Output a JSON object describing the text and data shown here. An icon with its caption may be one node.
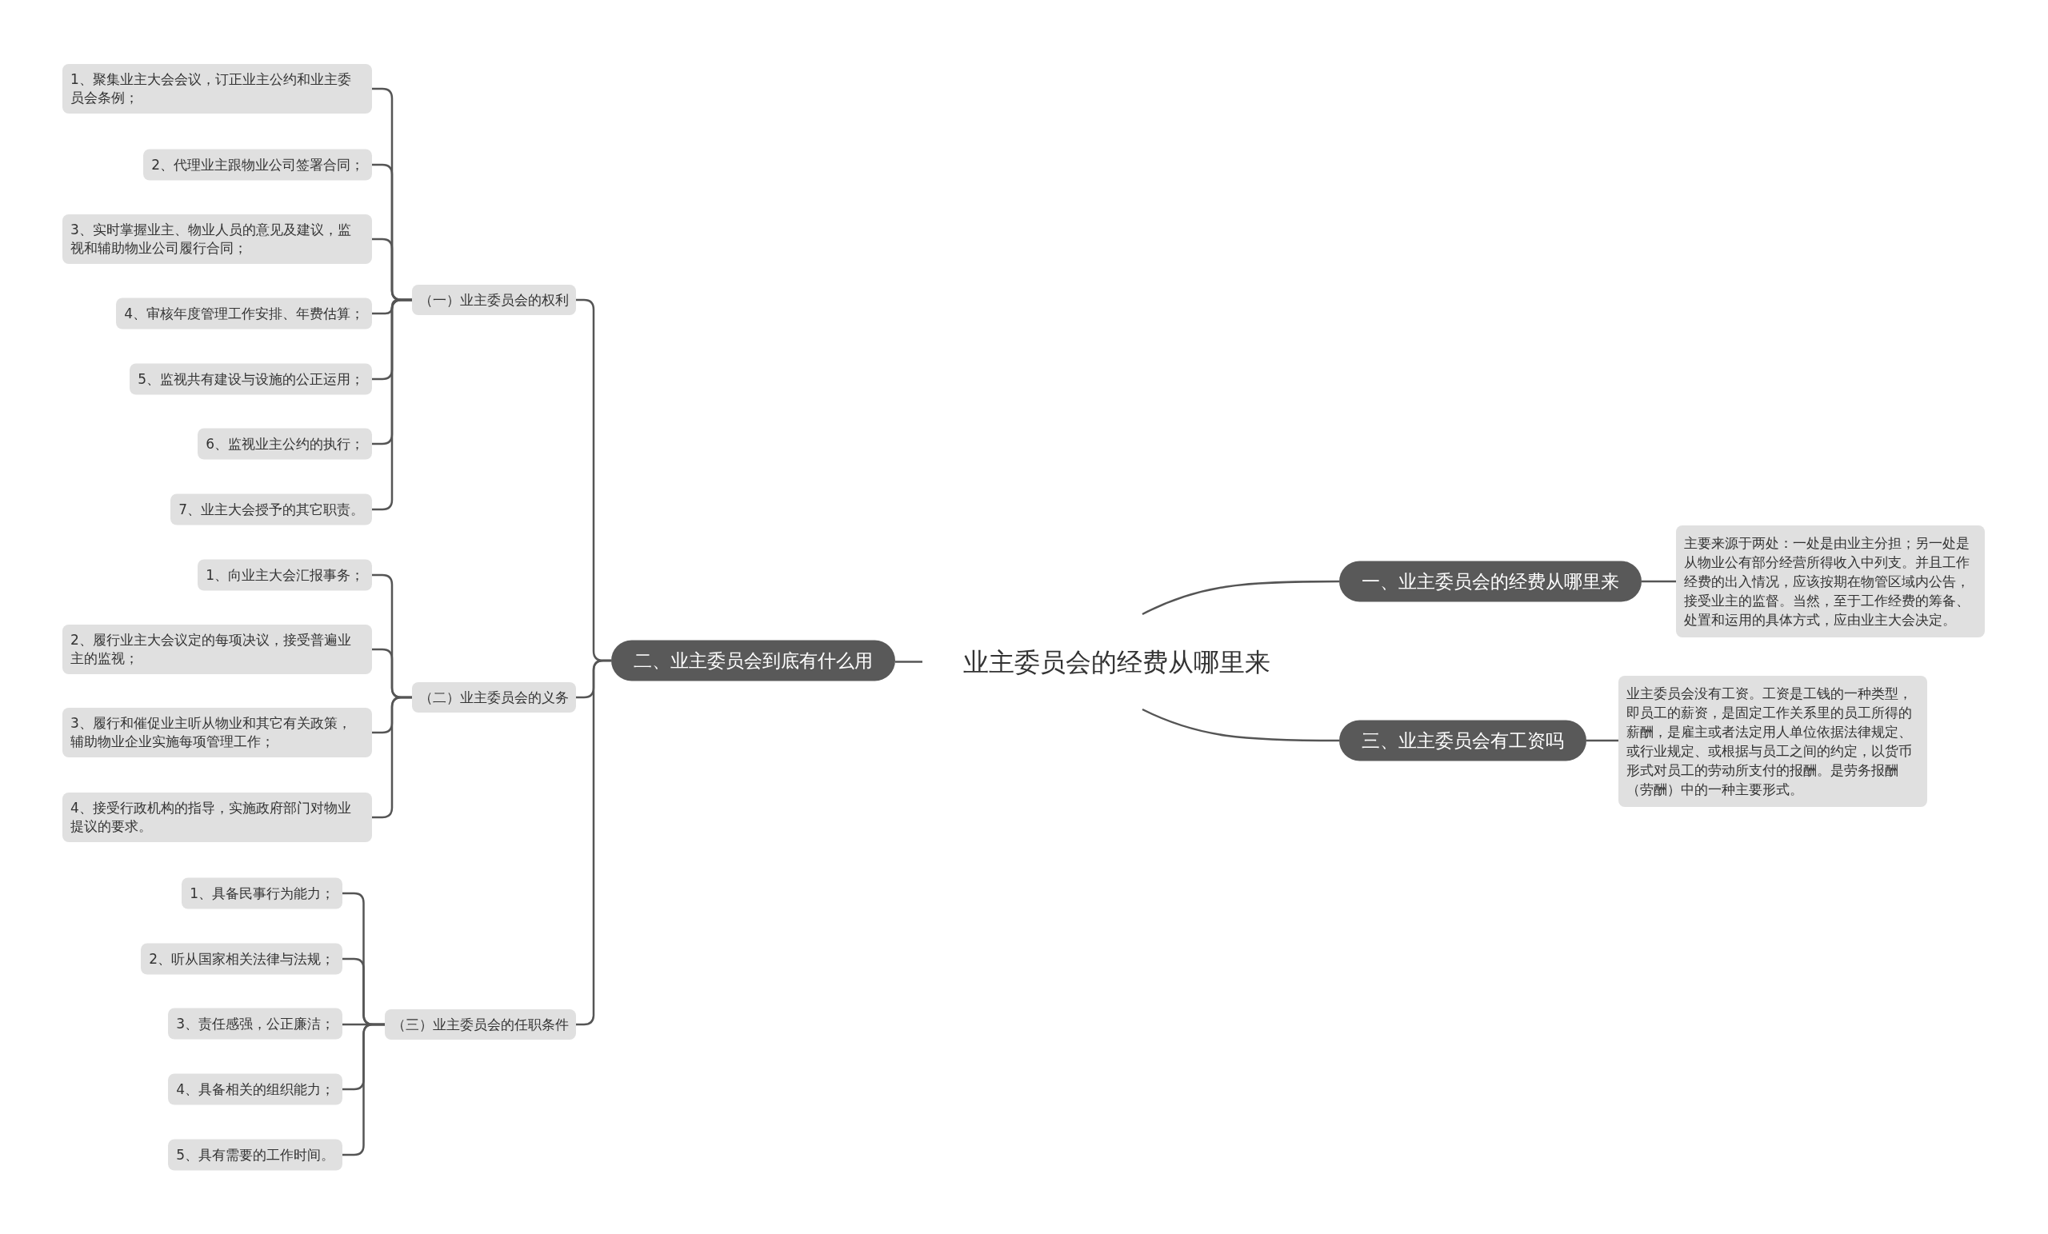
{
  "diagram": {
    "nodes": [
      {
        "text": [
          "业主委员会的经费从哪里来"
        ]
      },
      {
        "text": [
          "一、业主委员会的经费从哪里来"
        ]
      },
      {
        "text": [
          "主要来源于两处：一处是由业主分担；另一处是从物业公有部分经营所得收入中列支。并且工作经费的出入情况，应该按期在物管区域内公告，接受业主的监督。当然，至于工作经费的筹备、处置和运用的具体方式，应由业主大会决定。"
        ]
      },
      {
        "text": [
          "三、业主委员会有工资吗"
        ]
      },
      {
        "text": [
          "业主委员会没有工资。工资是工钱的一种类型，即员工的薪资，是固定工作关系里的员工所得的薪酬，是雇主或者法定用人单位依据法律规定、或行业规定、或根据与员工之间的约定，以货币形式对员工的劳动所支付的报酬。是劳务报酬（劳酬）中的一种主要形式。"
        ]
      },
      {
        "text": [
          "二、业主委员会到底有什么用"
        ]
      },
      {
        "text": [
          "（一）业主委员会的权利"
        ]
      },
      {
        "text": [
          "1、聚集业主大会会议，订正业主公约和业主委员会条例；"
        ]
      },
      {
        "text": [
          "2、代理业主跟物业公司签署合同；"
        ]
      },
      {
        "text": [
          "3、实时掌握业主、物业人员的意见及建议，监视和辅助物业公司履行合同；"
        ]
      },
      {
        "text": [
          "4、审核年度管理工作安排、年费估算；"
        ]
      },
      {
        "text": [
          "5、监视共有建设与设施的公正运用；"
        ]
      },
      {
        "text": [
          "6、监视业主公约的执行；"
        ]
      },
      {
        "text": [
          "7、业主大会授予的其它职责。"
        ]
      },
      {
        "text": [
          "（二）业主委员会的义务"
        ]
      },
      {
        "text": [
          "1、向业主大会汇报事务；"
        ]
      },
      {
        "text": [
          "2、履行业主大会议定的每项决议，接受普遍业主的监视；"
        ]
      },
      {
        "text": [
          "3、履行和催促业主听从物业和其它有关政策，辅助物业企业实施每项管理工作；"
        ]
      },
      {
        "text": [
          "4、接受行政机构的指导，实施政府部门对物业提议的要求。"
        ]
      },
      {
        "text": [
          "（三）业主委员会的任职条件"
        ]
      },
      {
        "text": [
          "1、具备民事行为能力；"
        ]
      },
      {
        "text": [
          "2、听从国家相关法律与法规；"
        ]
      },
      {
        "text": [
          "3、责任感强，公正廉洁；"
        ]
      },
      {
        "text": [
          "4、具备相关的组织能力；"
        ]
      },
      {
        "text": [
          "5、具有需要的工作时间。"
        ]
      }
    ],
    "edges": [
      {
        "from": 0,
        "to": 1,
        "arrow": "none"
      },
      {
        "from": 1,
        "to": 2,
        "arrow": "none"
      },
      {
        "from": 0,
        "to": 3,
        "arrow": "none"
      },
      {
        "from": 3,
        "to": 4,
        "arrow": "none"
      },
      {
        "from": 0,
        "to": 5,
        "arrow": "none"
      },
      {
        "from": 5,
        "to": 6,
        "arrow": "none"
      },
      {
        "from": 6,
        "to": 7,
        "arrow": "none"
      },
      {
        "from": 6,
        "to": 8,
        "arrow": "none"
      },
      {
        "from": 6,
        "to": 9,
        "arrow": "none"
      },
      {
        "from": 6,
        "to": 10,
        "arrow": "none"
      },
      {
        "from": 6,
        "to": 11,
        "arrow": "none"
      },
      {
        "from": 6,
        "to": 12,
        "arrow": "none"
      },
      {
        "from": 6,
        "to": 13,
        "arrow": "none"
      },
      {
        "from": 5,
        "to": 14,
        "arrow": "none"
      },
      {
        "from": 14,
        "to": 15,
        "arrow": "none"
      },
      {
        "from": 14,
        "to": 16,
        "arrow": "none"
      },
      {
        "from": 14,
        "to": 17,
        "arrow": "none"
      },
      {
        "from": 14,
        "to": 18,
        "arrow": "none"
      },
      {
        "from": 5,
        "to": 19,
        "arrow": "none"
      },
      {
        "from": 19,
        "to": 20,
        "arrow": "none"
      },
      {
        "from": 19,
        "to": 21,
        "arrow": "none"
      },
      {
        "from": 19,
        "to": 22,
        "arrow": "none"
      },
      {
        "from": 19,
        "to": 23,
        "arrow": "none"
      },
      {
        "from": 19,
        "to": 24,
        "arrow": "none"
      }
    ]
  }
}
